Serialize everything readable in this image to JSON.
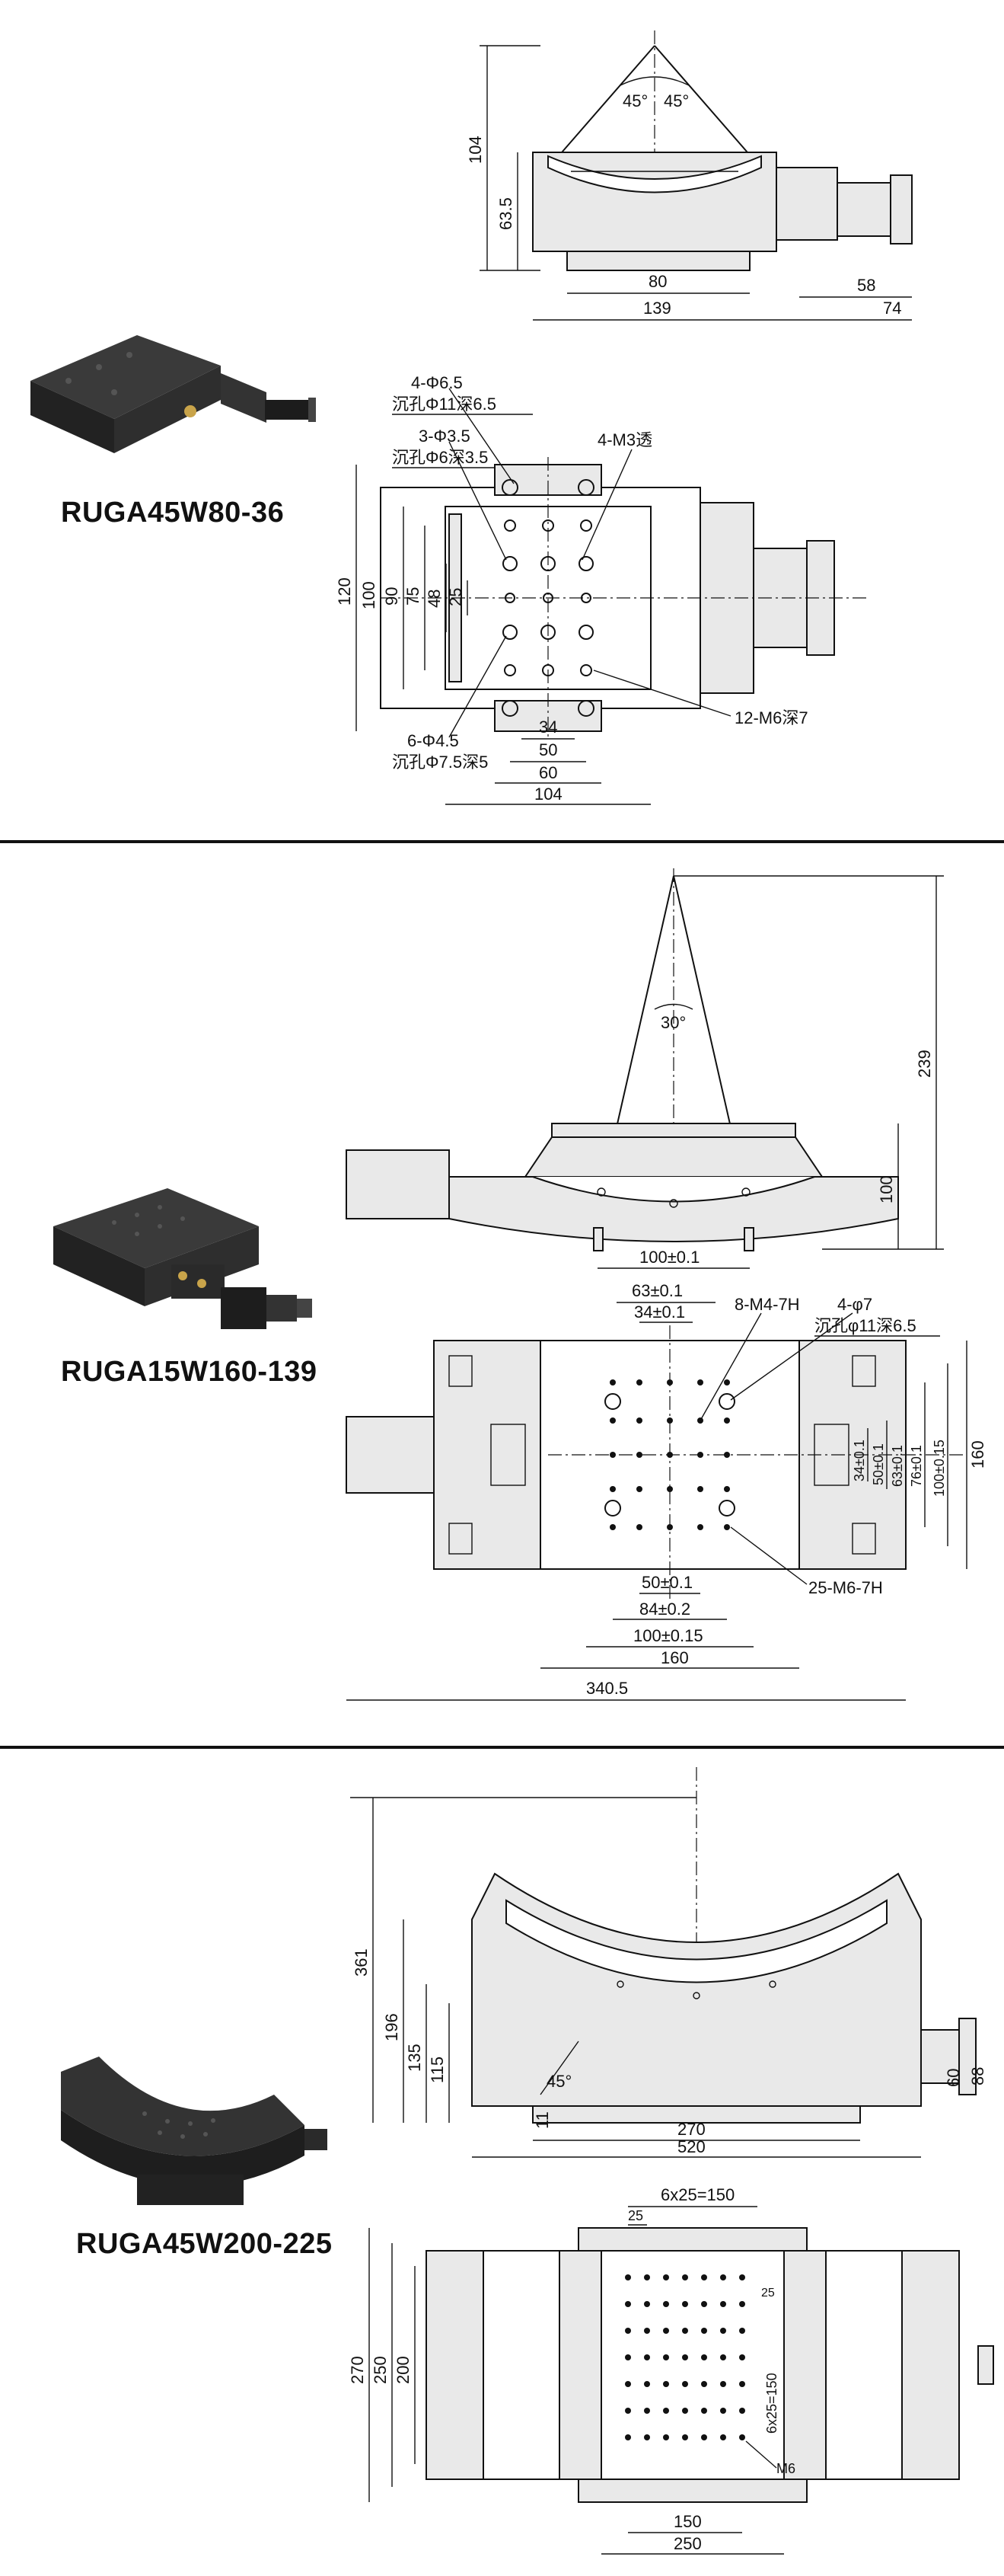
{
  "colors": {
    "ink": "#111111",
    "part_fill": "#e9e9e9",
    "photo_dark": "#2b2b2b",
    "accent_brass": "#c9a44a"
  },
  "sections": [
    {
      "model": "RUGA45W80-36",
      "angle_labels": [
        "45°",
        "45°"
      ],
      "side_dims": {
        "height_total": "104",
        "height_mid": "63.5",
        "base_80": "80",
        "base_139": "139",
        "motor_58": "58",
        "motor_74": "74"
      },
      "top_dims": {
        "h120": "120",
        "h100": "100",
        "h90": "90",
        "h75": "75",
        "h48": "48",
        "h25": "25",
        "w34": "34",
        "w50": "50",
        "w60": "60",
        "w104": "104"
      },
      "callouts": [
        "4-Φ6.5",
        "沉孔Φ11深6.5",
        "3-Φ3.5",
        "沉孔Φ6深3.5",
        "4-M3透",
        "12-M6深7",
        "6-Φ4.5",
        "沉孔Φ7.5深5"
      ]
    },
    {
      "model": "RUGA15W160-139",
      "angle_label": "30°",
      "side_dims": {
        "h239": "239",
        "h100": "100",
        "w100": "100±0.1"
      },
      "top_dims": {
        "w63": "63±0.1",
        "w34": "34±0.1",
        "w50": "50±0.1",
        "w84": "84±0.2",
        "w100": "100±0.15",
        "w160": "160",
        "w340": "340.5",
        "v34": "34±0.1",
        "v50": "50±0.1",
        "v63": "63±0.1",
        "v76": "76±0.1",
        "v100": "100±0.15",
        "v160": "160"
      },
      "callouts": [
        "8-M4-7H",
        "4-φ7",
        "沉孔φ11深6.5",
        "25-M6-7H"
      ]
    },
    {
      "model": "RUGA45W200-225",
      "angle_label": "45°",
      "side_dims": {
        "h361": "361",
        "h196": "196",
        "h135": "135",
        "h115": "115",
        "h11": "11",
        "w270": "270",
        "w520": "520",
        "h60": "60",
        "h88": "88"
      },
      "top_dims": {
        "top": "6x25=150",
        "t25": "25",
        "r25": "25",
        "rv": "6x25=150",
        "m6": "M6",
        "h270": "270",
        "h250": "250",
        "h200": "200",
        "w150": "150",
        "w250": "250"
      }
    }
  ]
}
